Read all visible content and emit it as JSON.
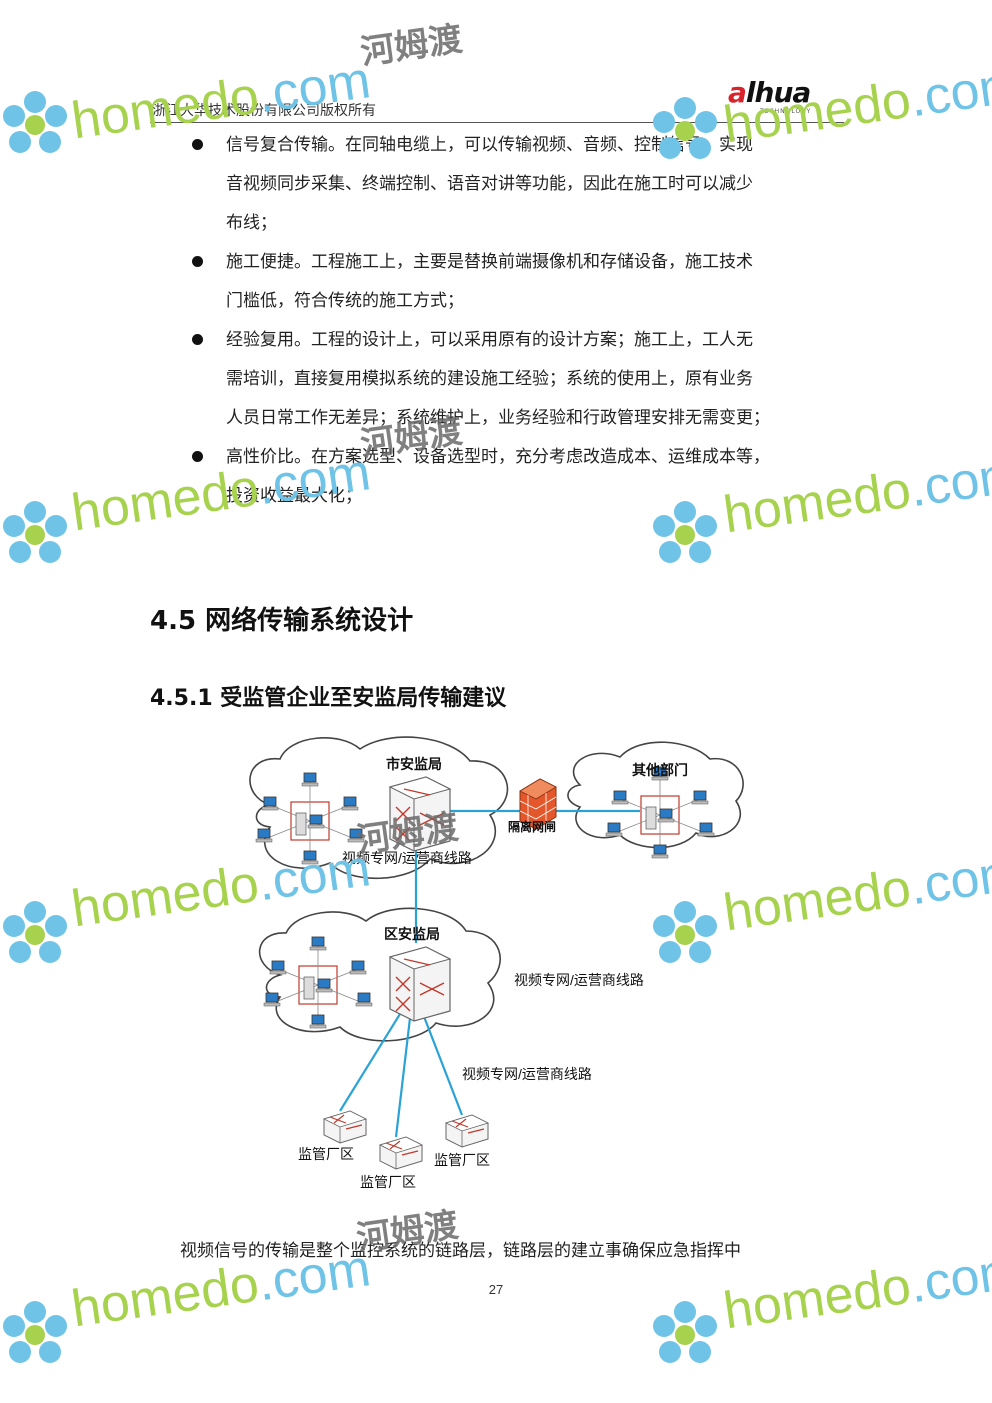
{
  "header": {
    "company": "浙江大华技术股份有限公司版权所有",
    "logo_text": "alhua",
    "logo_sub": "TECHNOLOGY"
  },
  "bullets": [
    {
      "lines": [
        "信号复合传输。在同轴电缆上，可以传输视频、音频、控制信号，实现",
        "音视频同步采集、终端控制、语音对讲等功能，因此在施工时可以减少",
        "布线；"
      ]
    },
    {
      "lines": [
        "施工便捷。工程施工上，主要是替换前端摄像机和存储设备，施工技术",
        "门槛低，符合传统的施工方式；"
      ]
    },
    {
      "lines": [
        "经验复用。工程的设计上，可以采用原有的设计方案；施工上，工人无",
        "需培训，直接复用模拟系统的建设施工经验；系统的使用上，原有业务",
        "人员日常工作无差异；系统维护上，业务经验和行政管理安排无需变更；"
      ]
    },
    {
      "lines": [
        "高性价比。在方案选型、设备选型时，充分考虑改造成本、运维成本等，",
        "投资收益最大化；"
      ]
    }
  ],
  "headings": {
    "h2": "4.5 网络传输系统设计",
    "h3": "4.5.1 受监管企业至安监局传输建议"
  },
  "diagram": {
    "city_bureau": "市安监局",
    "other_dept": "其他部门",
    "gatekeeper": "隔离网闸",
    "district_bureau": "区安监局",
    "link_label_1": "视频专网/运营商线路",
    "link_label_2": "视频专网/运营商线路",
    "link_label_3": "视频专网/运营商线路",
    "site_1": "监管厂区",
    "site_2": "监管厂区",
    "site_3": "监管厂区",
    "line_color": "#29a3d6"
  },
  "paragraph": "视频信号的传输是整个监控系统的链路层，链路层的建立事确保应急指挥中",
  "page_number": "27",
  "watermark": {
    "home": "home",
    "do": "do",
    "com": ".com",
    "cn": "河姆渡",
    "home_color": "#a7d24d",
    "com_color": "#6ec3e6"
  }
}
